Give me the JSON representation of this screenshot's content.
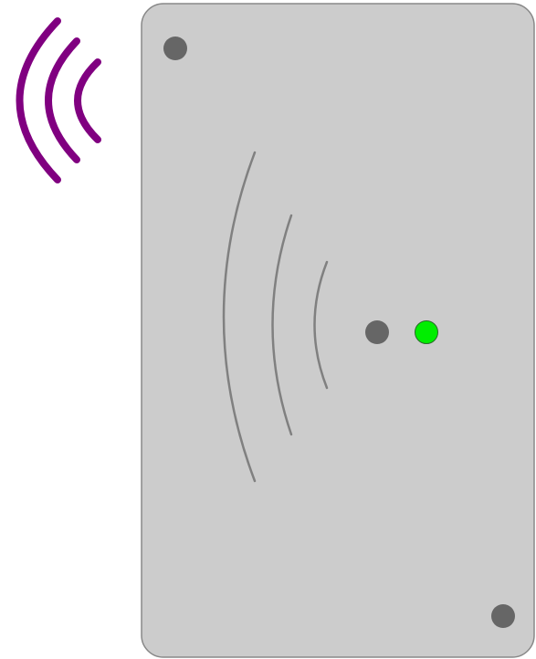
{
  "scene": {
    "wireless_signal": {
      "icon": "wireless-signal-icon",
      "color": "#800080",
      "arc_count": 3
    },
    "reader": {
      "icon": "card-reader-icon",
      "body_color": "#cccccc",
      "border_color": "#888888",
      "contactless_symbol": {
        "icon": "contactless-symbol-icon",
        "color": "#808080",
        "arc_count": 3
      },
      "screws": {
        "icon": "screw-icon",
        "color": "#666666",
        "count": 2
      },
      "indicators": [
        {
          "name": "status-led-off",
          "state": "off",
          "color": "#666666"
        },
        {
          "name": "status-led-on",
          "state": "on",
          "color": "#00ee00"
        }
      ]
    }
  }
}
